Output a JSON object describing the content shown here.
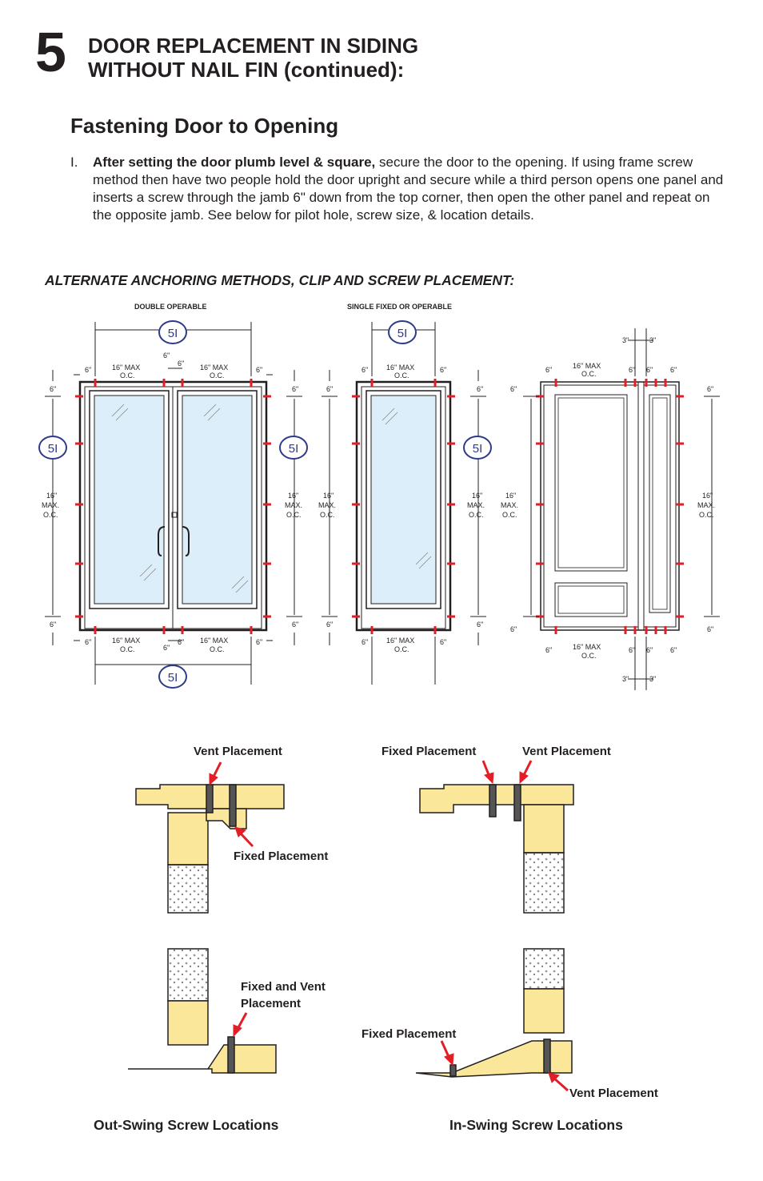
{
  "header": {
    "step_number": "5",
    "title_line1": "DOOR REPLACEMENT IN SIDING",
    "title_line2": "WITHOUT NAIL FIN (continued):"
  },
  "section": {
    "heading": "Fastening Door to Opening"
  },
  "step_item": {
    "marker": "I.",
    "bold_text": "After setting the door plumb level & square,",
    "text": " secure the door to the opening.  If using frame screw method then have two people hold the door upright and secure while a third person opens one panel and inserts a screw through the jamb 6\" down from the top corner, then open the other panel and repeat on the opposite jamb.  See below for pilot hole, screw size, & location details."
  },
  "alt_heading": "ALTERNATE ANCHORING METHODS, CLIP AND SCREW PLACEMENT:",
  "diagrams": {
    "double_label": "DOUBLE OPERABLE",
    "single_label": "SINGLE FIXED OR OPERABLE",
    "callout_ref": "5I",
    "dim_6": "6\"",
    "dim_3": "3\"",
    "dim_16_max": "16\" MAX",
    "dim_oc": "O.C.",
    "dim_16": "16\"",
    "dim_max": "MAX.",
    "dim_oc_period": "O.C."
  },
  "sections": {
    "vent_placement": "Vent Placement",
    "fixed_placement": "Fixed Placement",
    "fixed_and_vent_line1": "Fixed and Vent",
    "fixed_and_vent_line2": "Placement",
    "outswing_caption": "Out-Swing Screw Locations",
    "inswing_caption": "In-Swing Screw Locations"
  },
  "colors": {
    "text": "#231f20",
    "accent_red": "#e31e26",
    "callout_blue": "#2e3a8c",
    "glass": "#dbeef9",
    "wood": "#fbe79a"
  }
}
